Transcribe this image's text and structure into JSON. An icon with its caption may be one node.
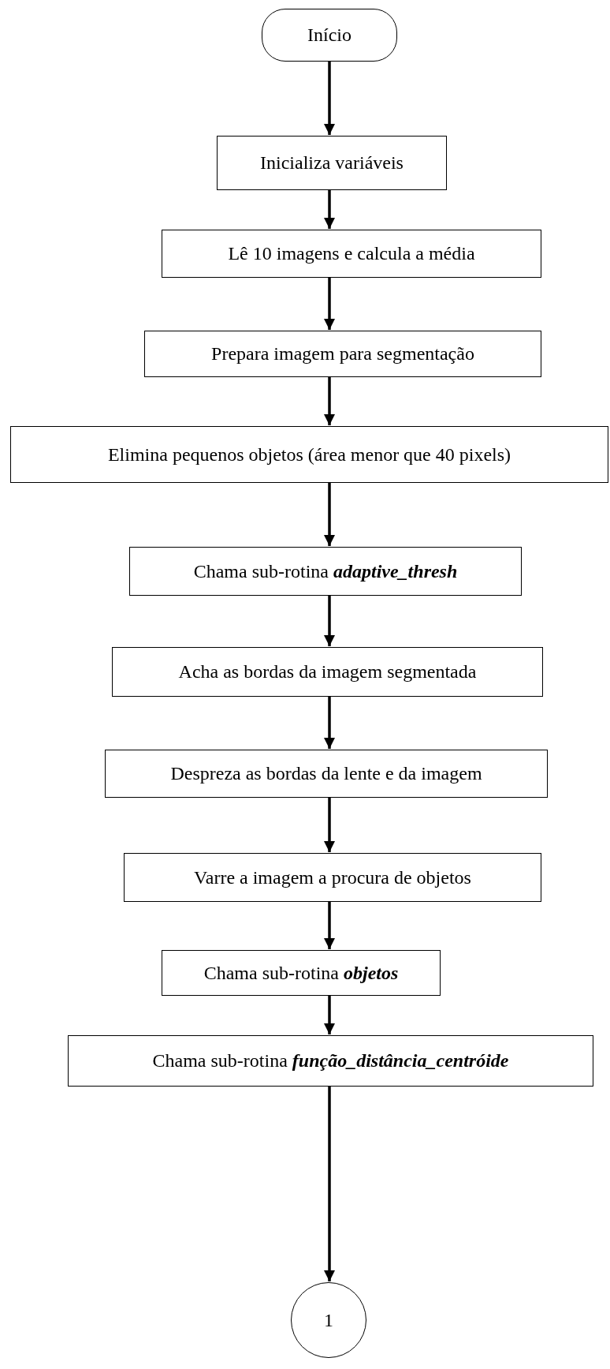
{
  "diagram": {
    "nodes": [
      {
        "text": [
          "Início"
        ]
      },
      {
        "text": [
          "Inicializa variáveis"
        ]
      },
      {
        "text": [
          "Lê 10 imagens e calcula a média"
        ]
      },
      {
        "text": [
          "Prepara imagem para segmentação"
        ]
      },
      {
        "text": [
          "Elimina pequenos objetos  (área menor que 40 pixels)"
        ]
      },
      {
        "text": [
          "Chama sub-rotina **adaptive_thresh**"
        ]
      },
      {
        "text": [
          "Acha as bordas da imagem segmentada"
        ]
      },
      {
        "text": [
          "Despreza as bordas da lente e da imagem"
        ]
      },
      {
        "text": [
          "Varre a imagem a procura de objetos"
        ]
      },
      {
        "text": [
          "Chama sub-rotina **objetos**"
        ]
      },
      {
        "text": [
          "Chama sub-rotina **função_distância_centróide**"
        ]
      },
      {
        "text": [
          "1"
        ]
      }
    ],
    "edges": [
      {
        "from": 0,
        "to": 1,
        "arrow": "to"
      },
      {
        "from": 1,
        "to": 2,
        "arrow": "to"
      },
      {
        "from": 2,
        "to": 3,
        "arrow": "to"
      },
      {
        "from": 3,
        "to": 4,
        "arrow": "to"
      },
      {
        "from": 4,
        "to": 5,
        "arrow": "to"
      },
      {
        "from": 5,
        "to": 6,
        "arrow": "to"
      },
      {
        "from": 6,
        "to": 7,
        "arrow": "to"
      },
      {
        "from": 7,
        "to": 8,
        "arrow": "to"
      },
      {
        "from": 8,
        "to": 9,
        "arrow": "to"
      },
      {
        "from": 9,
        "to": 10,
        "arrow": "to"
      },
      {
        "from": 10,
        "to": 11,
        "arrow": "to"
      }
    ]
  }
}
